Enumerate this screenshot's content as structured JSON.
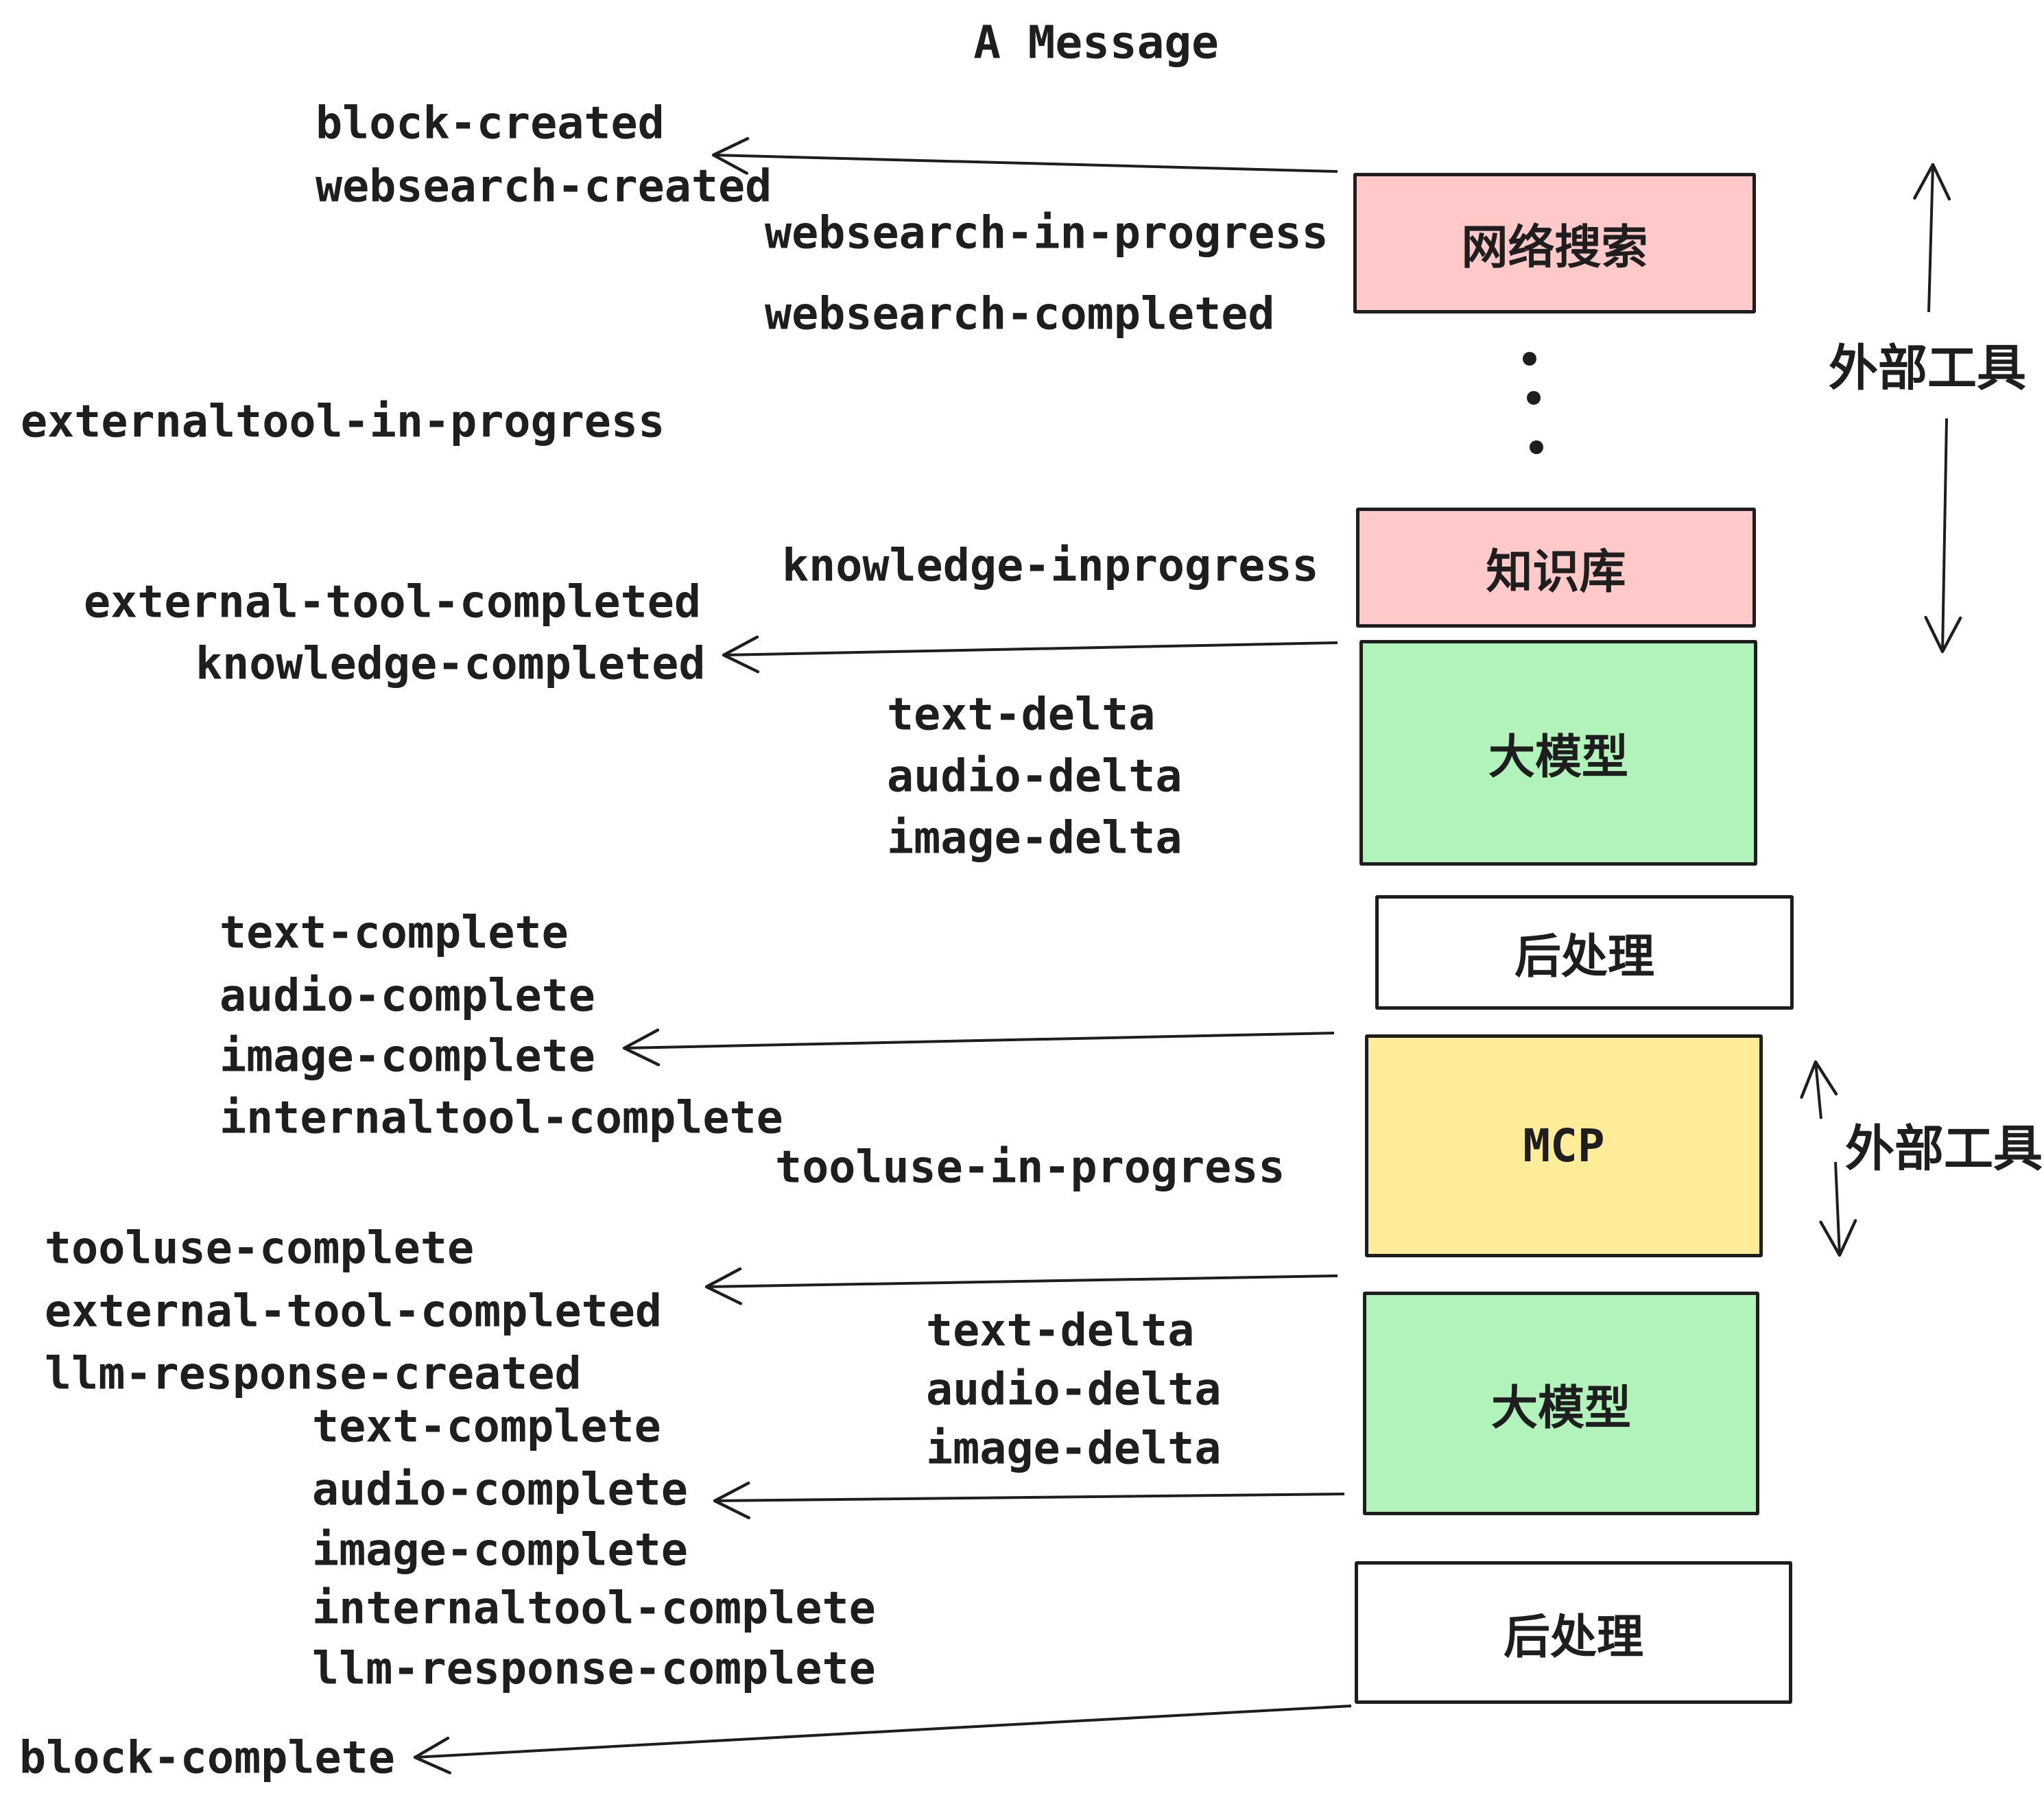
{
  "title": "A Message",
  "labels": [
    {
      "text": "block-created"
    },
    {
      "text": "websearch-created"
    },
    {
      "text": "websearch-in-progress"
    },
    {
      "text": "websearch-completed"
    },
    {
      "text": "externaltool-in-progress"
    },
    {
      "text": "knowledge-inprogress"
    },
    {
      "text": "external-tool-completed"
    },
    {
      "text": "knowledge-completed"
    },
    {
      "text": "text-delta"
    },
    {
      "text": "audio-delta"
    },
    {
      "text": "image-delta"
    },
    {
      "text": "text-complete"
    },
    {
      "text": "audio-complete"
    },
    {
      "text": "image-complete"
    },
    {
      "text": "internaltool-complete"
    },
    {
      "text": "tooluse-in-progress"
    },
    {
      "text": "tooluse-complete"
    },
    {
      "text": "external-tool-completed"
    },
    {
      "text": "llm-response-created"
    },
    {
      "text": "text-delta"
    },
    {
      "text": "audio-delta"
    },
    {
      "text": "image-delta"
    },
    {
      "text": "text-complete"
    },
    {
      "text": "audio-complete"
    },
    {
      "text": "image-complete"
    },
    {
      "text": "internaltool-complete"
    },
    {
      "text": "llm-response-complete"
    },
    {
      "text": "block-complete"
    }
  ],
  "boxes": [
    {
      "label": "网络搜索",
      "color": "#ffc9c9"
    },
    {
      "label": "知识库",
      "color": "#ffc9c9"
    },
    {
      "label": "大模型",
      "color": "#b2f2bb"
    },
    {
      "label": "后处理",
      "color": "#ffffff"
    },
    {
      "label": "MCP",
      "color": "#ffec99"
    },
    {
      "label": "大模型",
      "color": "#b2f2bb"
    },
    {
      "label": "后处理",
      "color": "#ffffff"
    }
  ],
  "annotations": [
    {
      "text": "外部工具"
    },
    {
      "text": "外部工具"
    }
  ],
  "colors": {
    "stroke": "#1e1e1e",
    "pink": "#ffc9c9",
    "green": "#b2f2bb",
    "yellow": "#ffec99",
    "white": "#ffffff",
    "background": "#ffffff"
  }
}
